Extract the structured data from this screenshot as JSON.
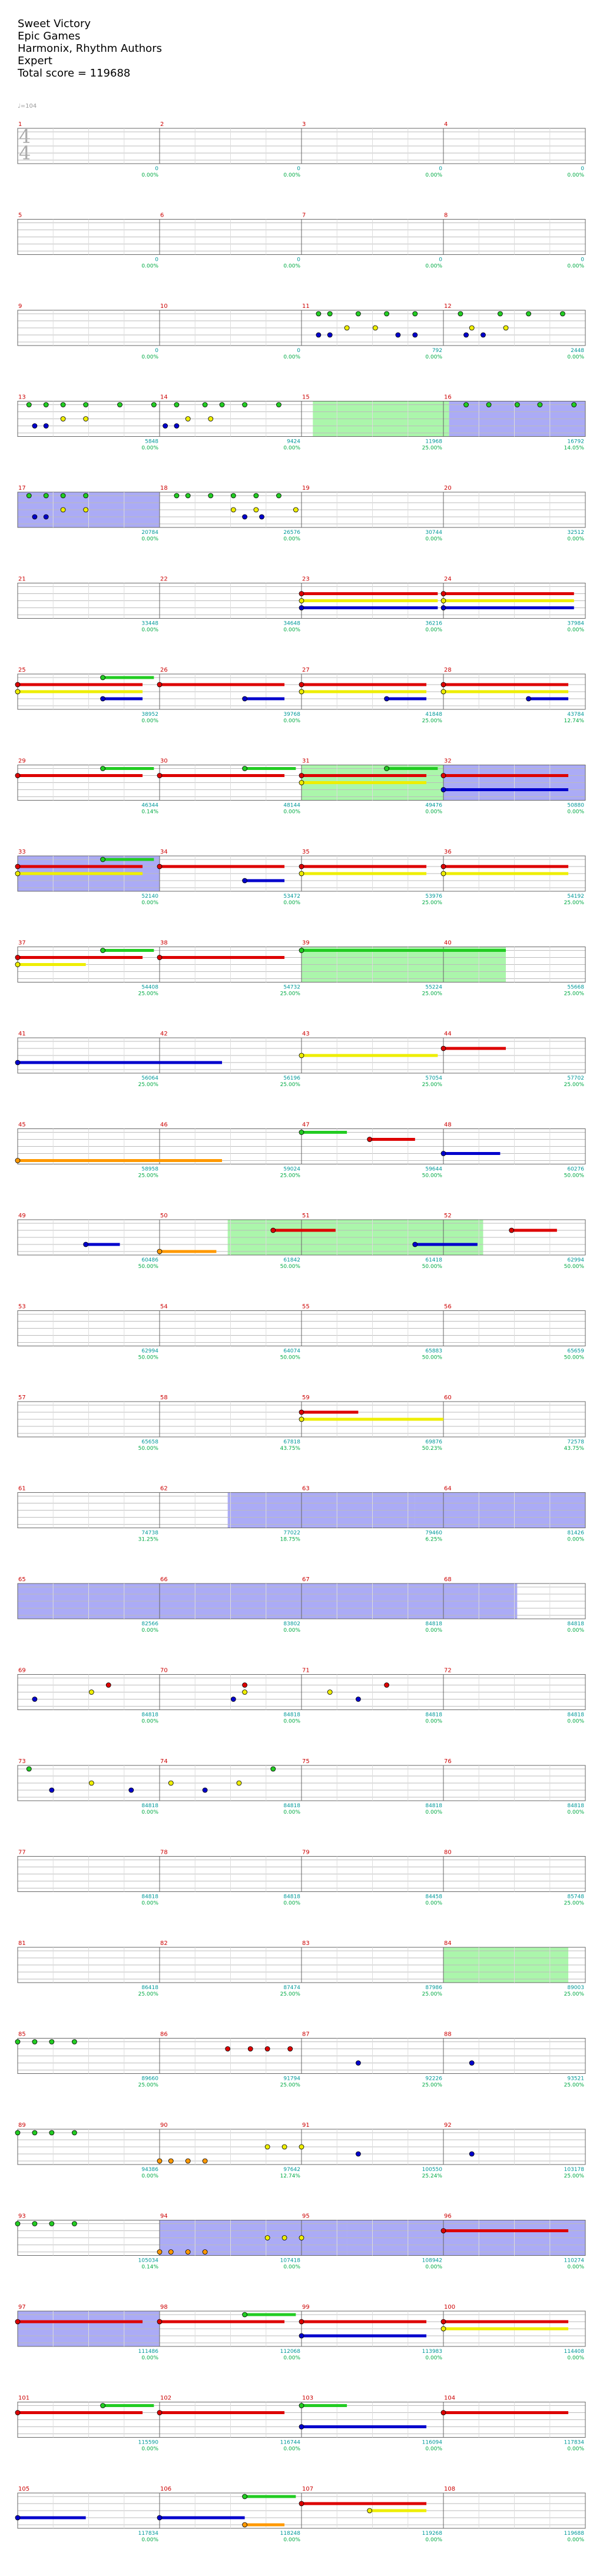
{
  "song": {
    "title": "Sweet Victory",
    "artist": "Epic Games",
    "charter": "Harmonix, Rhythm Authors",
    "difficulty": "Expert",
    "total_score_label": "Total score = 119688"
  },
  "tempo_label": "♩=104",
  "time_signature": [
    "4",
    "4"
  ],
  "lane_colors": {
    "green": "#22cc22",
    "red": "#dd0000",
    "yellow": "#eeee00",
    "blue": "#0000cc",
    "orange": "#ff9900",
    "star_power": "#66ee66",
    "overdrive": "#6666ee",
    "measure_number": "#cc0000",
    "score": "#009999",
    "percent": "#00aa44"
  },
  "measures": [
    {
      "n": "1",
      "score": "0",
      "pct": "0.00%"
    },
    {
      "n": "2",
      "score": "0",
      "pct": "0.00%"
    },
    {
      "n": "3",
      "score": "0",
      "pct": "0.00%"
    },
    {
      "n": "4",
      "score": "0",
      "pct": "0.00%"
    },
    {
      "n": "5",
      "score": "0",
      "pct": "0.00%"
    },
    {
      "n": "6",
      "score": "0",
      "pct": "0.00%"
    },
    {
      "n": "7",
      "score": "0",
      "pct": "0.00%"
    },
    {
      "n": "8",
      "score": "0",
      "pct": "0.00%"
    },
    {
      "n": "9",
      "score": "0",
      "pct": "0.00%"
    },
    {
      "n": "10",
      "score": "0",
      "pct": "0.00%"
    },
    {
      "n": "11",
      "score": "792",
      "pct": "0.00%"
    },
    {
      "n": "12",
      "score": "2448",
      "pct": "0.00%"
    },
    {
      "n": "13",
      "score": "5848",
      "pct": "0.00%"
    },
    {
      "n": "14",
      "score": "9424",
      "pct": "0.00%"
    },
    {
      "n": "15",
      "score": "11968",
      "pct": "25.00%"
    },
    {
      "n": "16",
      "score": "16792",
      "pct": "14.05%"
    },
    {
      "n": "17",
      "score": "20784",
      "pct": "0.00%"
    },
    {
      "n": "18",
      "score": "26576",
      "pct": "0.00%"
    },
    {
      "n": "19",
      "score": "30744",
      "pct": "0.00%"
    },
    {
      "n": "20",
      "score": "32512",
      "pct": "0.00%"
    },
    {
      "n": "21",
      "score": "33448",
      "pct": "0.00%"
    },
    {
      "n": "22",
      "score": "34648",
      "pct": "0.00%"
    },
    {
      "n": "23",
      "score": "36216",
      "pct": "0.00%"
    },
    {
      "n": "24",
      "score": "37984",
      "pct": "0.00%"
    },
    {
      "n": "25",
      "score": "38952",
      "pct": "0.00%"
    },
    {
      "n": "26",
      "score": "39768",
      "pct": "0.00%"
    },
    {
      "n": "27",
      "score": "41848",
      "pct": "25.00%"
    },
    {
      "n": "28",
      "score": "43784",
      "pct": "12.74%"
    },
    {
      "n": "29",
      "score": "46344",
      "pct": "0.14%"
    },
    {
      "n": "30",
      "score": "48144",
      "pct": "0.00%"
    },
    {
      "n": "31",
      "score": "49476",
      "pct": "0.00%"
    },
    {
      "n": "32",
      "score": "50880",
      "pct": "0.00%"
    },
    {
      "n": "33",
      "score": "52140",
      "pct": "0.00%"
    },
    {
      "n": "34",
      "score": "53472",
      "pct": "0.00%"
    },
    {
      "n": "35",
      "score": "53976",
      "pct": "25.00%"
    },
    {
      "n": "36",
      "score": "54192",
      "pct": "25.00%"
    },
    {
      "n": "37",
      "score": "54408",
      "pct": "25.00%"
    },
    {
      "n": "38",
      "score": "54732",
      "pct": "25.00%"
    },
    {
      "n": "39",
      "score": "55224",
      "pct": "25.00%"
    },
    {
      "n": "40",
      "score": "55668",
      "pct": "25.00%"
    },
    {
      "n": "41",
      "score": "56064",
      "pct": "25.00%"
    },
    {
      "n": "42",
      "score": "56196",
      "pct": "25.00%"
    },
    {
      "n": "43",
      "score": "57054",
      "pct": "25.00%"
    },
    {
      "n": "44",
      "score": "57702",
      "pct": "25.00%"
    },
    {
      "n": "45",
      "score": "58958",
      "pct": "25.00%"
    },
    {
      "n": "46",
      "score": "59024",
      "pct": "25.00%"
    },
    {
      "n": "47",
      "score": "59644",
      "pct": "50.00%"
    },
    {
      "n": "48",
      "score": "60276",
      "pct": "50.00%"
    },
    {
      "n": "49",
      "score": "60486",
      "pct": "50.00%"
    },
    {
      "n": "50",
      "score": "61842",
      "pct": "50.00%"
    },
    {
      "n": "51",
      "score": "61418",
      "pct": "50.00%"
    },
    {
      "n": "52",
      "score": "62994",
      "pct": "50.00%"
    },
    {
      "n": "53",
      "score": "62994",
      "pct": "50.00%"
    },
    {
      "n": "54",
      "score": "64074",
      "pct": "50.00%"
    },
    {
      "n": "55",
      "score": "65883",
      "pct": "50.00%"
    },
    {
      "n": "56",
      "score": "65659",
      "pct": "50.00%"
    },
    {
      "n": "57",
      "score": "65658",
      "pct": "50.00%"
    },
    {
      "n": "58",
      "score": "67818",
      "pct": "43.75%"
    },
    {
      "n": "59",
      "score": "69876",
      "pct": "50.23%"
    },
    {
      "n": "60",
      "score": "72578",
      "pct": "43.75%"
    },
    {
      "n": "61",
      "score": "74738",
      "pct": "31.25%"
    },
    {
      "n": "62",
      "score": "77022",
      "pct": "18.75%"
    },
    {
      "n": "63",
      "score": "79460",
      "pct": "6.25%"
    },
    {
      "n": "64",
      "score": "81426",
      "pct": "0.00%"
    },
    {
      "n": "65",
      "score": "82566",
      "pct": "0.00%"
    },
    {
      "n": "66",
      "score": "83802",
      "pct": "0.00%"
    },
    {
      "n": "67",
      "score": "84818",
      "pct": "0.00%"
    },
    {
      "n": "68",
      "score": "84818",
      "pct": "0.00%"
    },
    {
      "n": "69",
      "score": "84818",
      "pct": "0.00%"
    },
    {
      "n": "70",
      "score": "84818",
      "pct": "0.00%"
    },
    {
      "n": "71",
      "score": "84818",
      "pct": "0.00%"
    },
    {
      "n": "72",
      "score": "84818",
      "pct": "0.00%"
    },
    {
      "n": "73",
      "score": "84818",
      "pct": "0.00%"
    },
    {
      "n": "74",
      "score": "84818",
      "pct": "0.00%"
    },
    {
      "n": "75",
      "score": "84818",
      "pct": "0.00%"
    },
    {
      "n": "76",
      "score": "84818",
      "pct": "0.00%"
    },
    {
      "n": "77",
      "score": "84818",
      "pct": "0.00%"
    },
    {
      "n": "78",
      "score": "84818",
      "pct": "0.00%"
    },
    {
      "n": "79",
      "score": "84458",
      "pct": "0.00%"
    },
    {
      "n": "80",
      "score": "85748",
      "pct": "25.00%"
    },
    {
      "n": "81",
      "score": "86418",
      "pct": "25.00%"
    },
    {
      "n": "82",
      "score": "87474",
      "pct": "25.00%"
    },
    {
      "n": "83",
      "score": "87986",
      "pct": "25.00%"
    },
    {
      "n": "84",
      "score": "89003",
      "pct": "25.00%"
    },
    {
      "n": "85",
      "score": "89660",
      "pct": "25.00%"
    },
    {
      "n": "86",
      "score": "91794",
      "pct": "25.00%"
    },
    {
      "n": "87",
      "score": "92226",
      "pct": "25.00%"
    },
    {
      "n": "88",
      "score": "93521",
      "pct": "25.00%"
    },
    {
      "n": "89",
      "score": "94386",
      "pct": "0.00%"
    },
    {
      "n": "90",
      "score": "97642",
      "pct": "12.74%"
    },
    {
      "n": "91",
      "score": "100550",
      "pct": "25.24%"
    },
    {
      "n": "92",
      "score": "103178",
      "pct": "25.00%"
    },
    {
      "n": "93",
      "score": "105034",
      "pct": "0.14%"
    },
    {
      "n": "94",
      "score": "107418",
      "pct": "0.00%"
    },
    {
      "n": "95",
      "score": "108942",
      "pct": "0.00%"
    },
    {
      "n": "96",
      "score": "110274",
      "pct": "0.00%"
    },
    {
      "n": "97",
      "score": "111486",
      "pct": "0.00%"
    },
    {
      "n": "98",
      "score": "112068",
      "pct": "0.00%"
    },
    {
      "n": "99",
      "score": "113983",
      "pct": "0.00%"
    },
    {
      "n": "100",
      "score": "114408",
      "pct": "0.00%"
    },
    {
      "n": "101",
      "score": "115590",
      "pct": "0.00%"
    },
    {
      "n": "102",
      "score": "116744",
      "pct": "0.00%"
    },
    {
      "n": "103",
      "score": "116094",
      "pct": "0.00%"
    },
    {
      "n": "104",
      "score": "117834",
      "pct": "0.00%"
    },
    {
      "n": "105",
      "score": "117834",
      "pct": "0.00%"
    },
    {
      "n": "106",
      "score": "118248",
      "pct": "0.00%"
    },
    {
      "n": "107",
      "score": "119268",
      "pct": "0.00%"
    },
    {
      "n": "108",
      "score": "119688",
      "pct": "0.00%"
    }
  ]
}
